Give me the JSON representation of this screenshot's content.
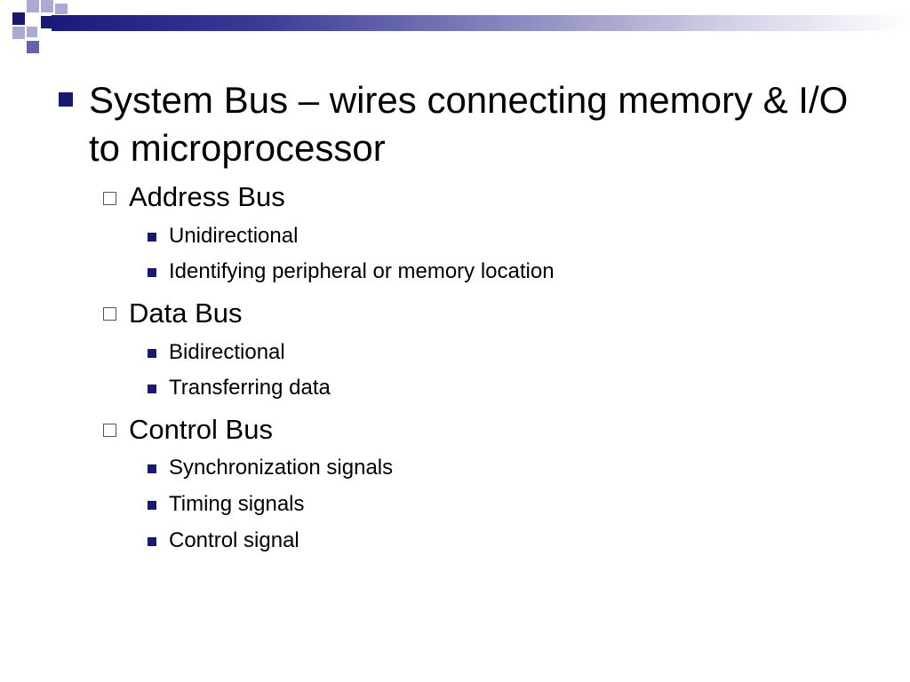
{
  "slide": {
    "main_point": "System Bus – wires connecting memory & I/O to microprocessor",
    "sections": [
      {
        "label": "Address Bus",
        "items": [
          "Unidirectional",
          "Identifying peripheral or memory location"
        ]
      },
      {
        "label": "Data Bus",
        "items": [
          "Bidirectional",
          "Transferring data"
        ]
      },
      {
        "label": "Control Bus",
        "items": [
          "Synchronization signals",
          "Timing signals",
          "Control signal"
        ]
      }
    ]
  },
  "colors": {
    "accent": "#191970",
    "accent_light": "#aaaad2"
  }
}
